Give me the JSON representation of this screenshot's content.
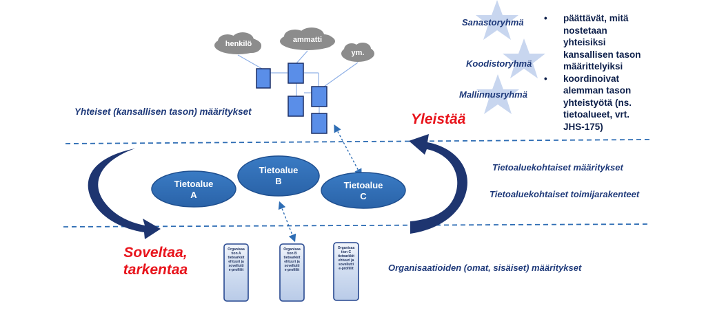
{
  "clouds": [
    "henkilö",
    "ammatti",
    "ym."
  ],
  "national_label": "Yhteiset (kansallisen tason) määritykset",
  "groups": [
    "Sanastoryhmä",
    "Koodistoryhmä",
    "Mallinnusryhmä"
  ],
  "bullets": [
    [
      "päättävät, mitä",
      "nostetaan",
      "yhteisiksi",
      "kansallisen tason",
      "määrittelyiksi"
    ],
    [
      "koordinoivat",
      "alemman tason",
      "yhteistyötä (ns.",
      "tietoalueet, vrt.",
      "JHS-175)"
    ]
  ],
  "generalize_label": "Yleistää",
  "apply_label": [
    "Soveltaa,",
    "tarkentaa"
  ],
  "domains": [
    {
      "line1": "Tietoalue",
      "line2": "A"
    },
    {
      "line1": "Tietoalue",
      "line2": "B"
    },
    {
      "line1": "Tietoalue",
      "line2": "C"
    }
  ],
  "domain_labels": [
    "Tietoaluekohtaiset määritykset",
    "Tietoaluekohtaiset toimijarakenteet"
  ],
  "org_label": "Organisaatioiden (omat, sisäiset) määritykset",
  "org_docs": [
    [
      "Organisaa",
      "tion A",
      "tietoarkkit",
      "ehtuuri ja",
      "sovellutti",
      "e-profiilit"
    ],
    [
      "Organisaa",
      "tion B",
      "tietoarkkit",
      "ehtuuri ja",
      "sovellutti",
      "e-profiilit"
    ],
    [
      "Organisaa",
      "tion C",
      "tietoarkkit",
      "ehtuuri ja",
      "sovellutti",
      "e-profiilit"
    ]
  ],
  "colors": {
    "navy_text": "#1f3a7a",
    "red_text": "#e8141c",
    "ellipse_fill": "#2e6db4",
    "ellipse_stroke": "#1f4f8f",
    "box_fill": "#5a8ee8",
    "arrow_dark": "#1e3570",
    "dash_line": "#2e6db4",
    "star": "#c5d4ee",
    "cloud": "#8c8c8c"
  }
}
